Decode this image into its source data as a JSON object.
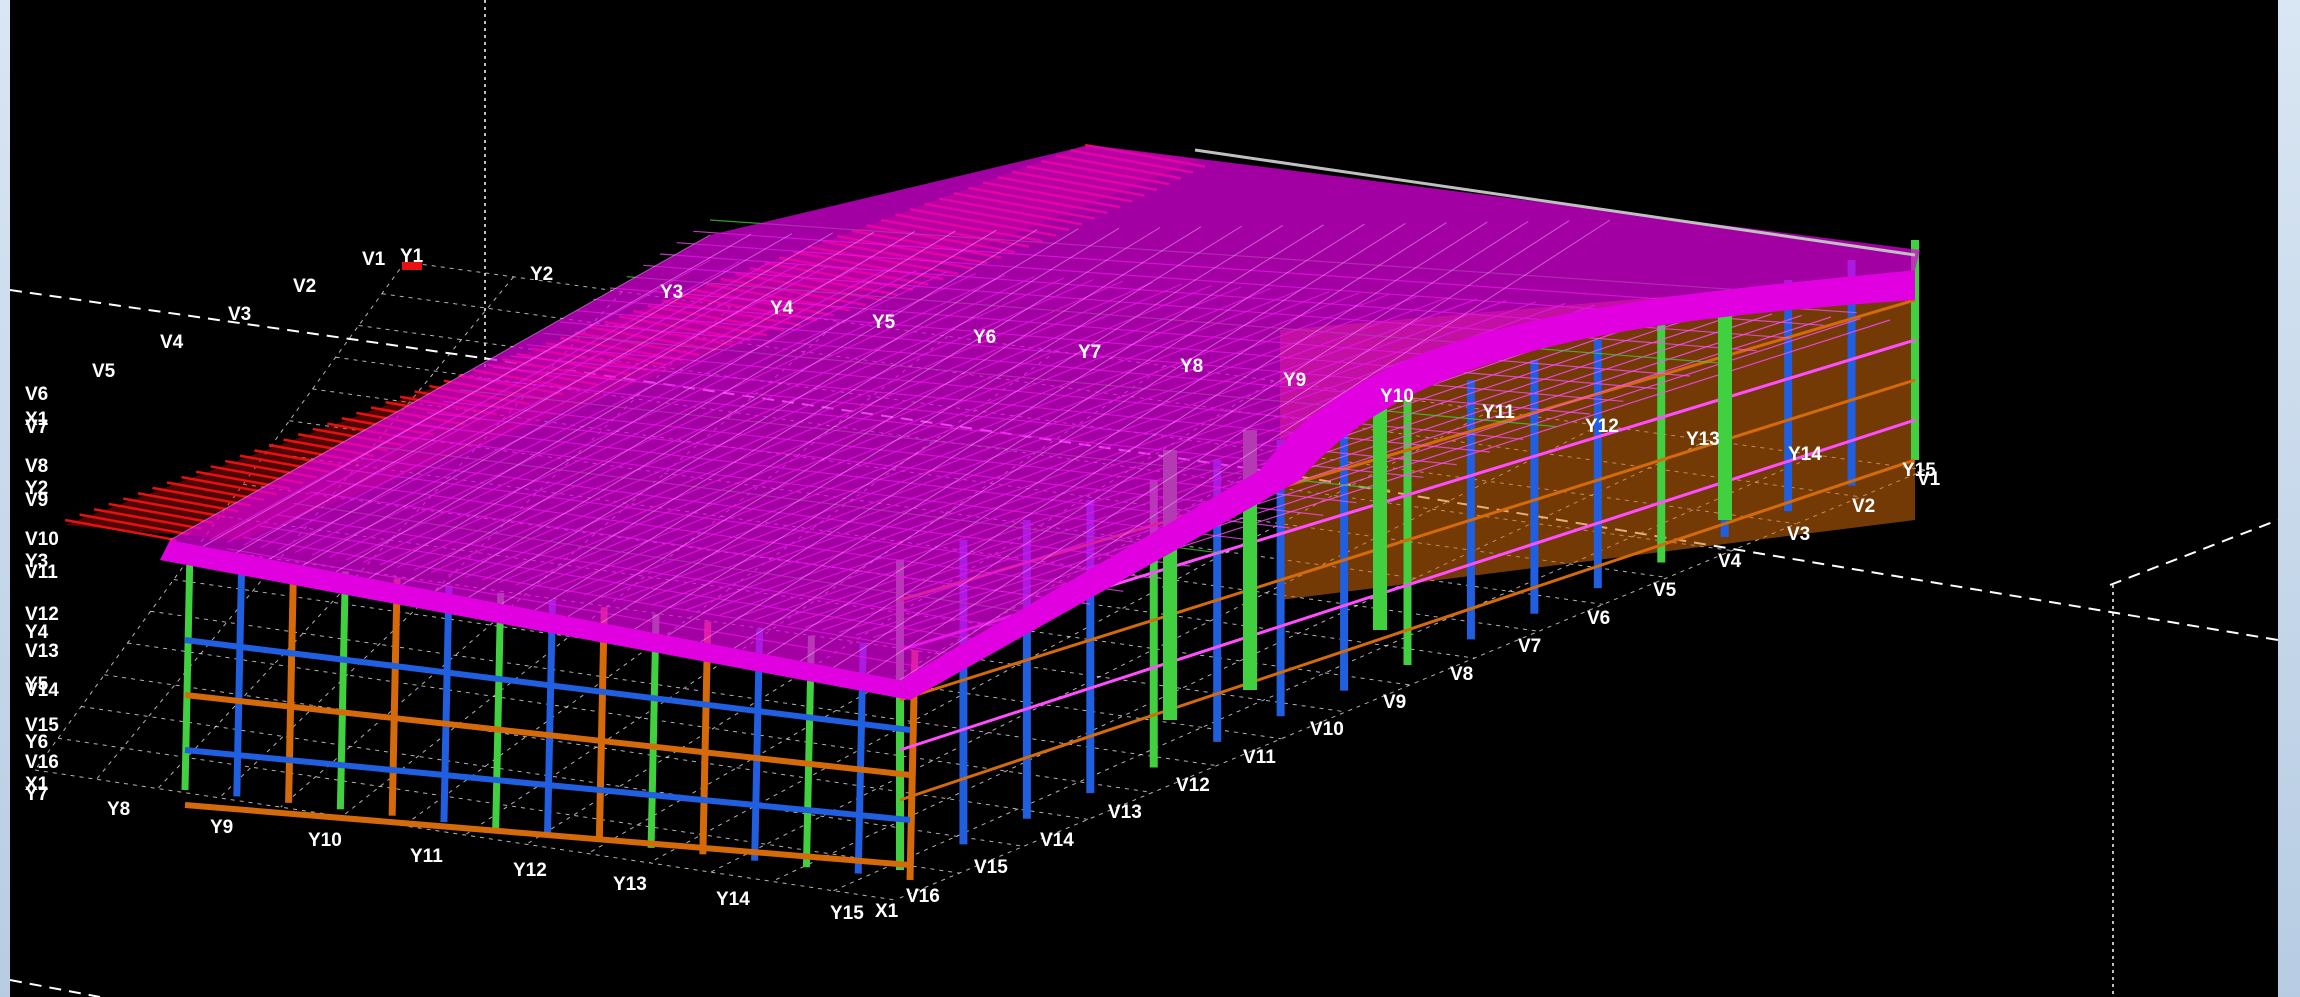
{
  "viewer": {
    "background_color": "#000000",
    "frame_color": "#c9d9ea",
    "model_colors": {
      "roof": "#e000e0",
      "purlins": "#e81010",
      "bracing": "#ff4dff",
      "columns": "#1f5fe0",
      "beams": "#d46a0a",
      "secondary": "#40d040",
      "grid_lines": "#ffffff"
    }
  },
  "grid_labels": {
    "v_axis_left": [
      "V1",
      "V2",
      "V3",
      "V4",
      "V5",
      "V6",
      "X1",
      "V7",
      "V8",
      "Y2",
      "V9",
      "V10",
      "Y3",
      "V11",
      "V12",
      "Y4",
      "V13",
      "Y5",
      "V14",
      "V15",
      "Y6",
      "V16",
      "X1",
      "Y7"
    ],
    "y_axis_back": [
      "Y1",
      "Y2",
      "Y3",
      "Y4",
      "Y5",
      "Y6",
      "Y7",
      "Y8",
      "Y9",
      "Y10",
      "Y11",
      "Y12",
      "Y13",
      "Y14",
      "Y15",
      "V1"
    ],
    "y_axis_front": [
      "Y8",
      "Y9",
      "Y10",
      "Y11",
      "Y12",
      "Y13",
      "Y14",
      "Y15",
      "X1"
    ],
    "v_axis_right": [
      "V2",
      "V3",
      "V4",
      "V5",
      "V6",
      "V7",
      "V8",
      "V9",
      "V10",
      "V11",
      "V12",
      "V13",
      "V14",
      "V15",
      "V16"
    ]
  }
}
